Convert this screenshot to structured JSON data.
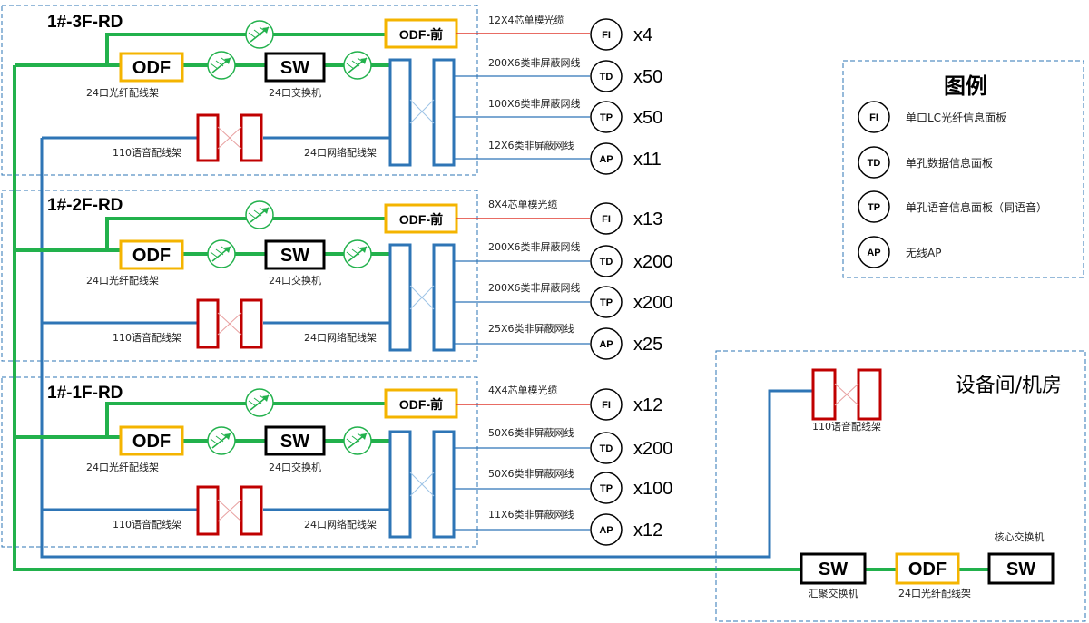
{
  "floors": [
    {
      "title": "1#-3F-RD",
      "odf_front": "ODF-前",
      "odf": "ODF",
      "odf_caption": "24口光纤配线架",
      "sw": "SW",
      "sw_caption": "24口交换机",
      "voice_caption": "110语音配线架",
      "net_caption": "24口网络配线架",
      "outlets": [
        {
          "cable": "12X4芯单模光缆",
          "type": "FI",
          "count": "x4"
        },
        {
          "cable": "200X6类非屏蔽网线",
          "type": "TD",
          "count": "x50"
        },
        {
          "cable": "100X6类非屏蔽网线",
          "type": "TP",
          "count": "x50"
        },
        {
          "cable": "12X6类非屏蔽网线",
          "type": "AP",
          "count": "x11"
        }
      ]
    },
    {
      "title": "1#-2F-RD",
      "odf_front": "ODF-前",
      "odf": "ODF",
      "odf_caption": "24口光纤配线架",
      "sw": "SW",
      "sw_caption": "24口交换机",
      "voice_caption": "110语音配线架",
      "net_caption": "24口网络配线架",
      "outlets": [
        {
          "cable": "8X4芯单模光缆",
          "type": "FI",
          "count": "x13"
        },
        {
          "cable": "200X6类非屏蔽网线",
          "type": "TD",
          "count": "x200"
        },
        {
          "cable": "200X6类非屏蔽网线",
          "type": "TP",
          "count": "x200"
        },
        {
          "cable": "25X6类非屏蔽网线",
          "type": "AP",
          "count": "x25"
        }
      ]
    },
    {
      "title": "1#-1F-RD",
      "odf_front": "ODF-前",
      "odf": "ODF",
      "odf_caption": "24口光纤配线架",
      "sw": "SW",
      "sw_caption": "24口交换机",
      "voice_caption": "110语音配线架",
      "net_caption": "24口网络配线架",
      "outlets": [
        {
          "cable": "4X4芯单模光缆",
          "type": "FI",
          "count": "x12"
        },
        {
          "cable": "50X6类非屏蔽网线",
          "type": "TD",
          "count": "x200"
        },
        {
          "cable": "50X6类非屏蔽网线",
          "type": "TP",
          "count": "x100"
        },
        {
          "cable": "11X6类非屏蔽网线",
          "type": "AP",
          "count": "x12"
        }
      ]
    }
  ],
  "legend": {
    "title": "图例",
    "items": [
      {
        "symbol": "FI",
        "text": "单口LC光纤信息面板"
      },
      {
        "symbol": "TD",
        "text": "单孔数据信息面板"
      },
      {
        "symbol": "TP",
        "text": "单孔语音信息面板（同语音）"
      },
      {
        "symbol": "AP",
        "text": "无线AP"
      }
    ]
  },
  "equipment_room": {
    "title": "设备间/机房",
    "voice_caption": "110语音配线架",
    "agg_sw": "SW",
    "agg_caption": "汇聚交换机",
    "odf": "ODF",
    "odf_caption": "24口光纤配线架",
    "core_sw": "SW",
    "core_caption": "核心交换机"
  },
  "colors": {
    "fiber": "#22b14c",
    "copper": "#2e75b6",
    "odf_border": "#f4b400",
    "voice_border": "#c00000",
    "fi_line": "#e03c31",
    "dash": "#2e75b6"
  }
}
